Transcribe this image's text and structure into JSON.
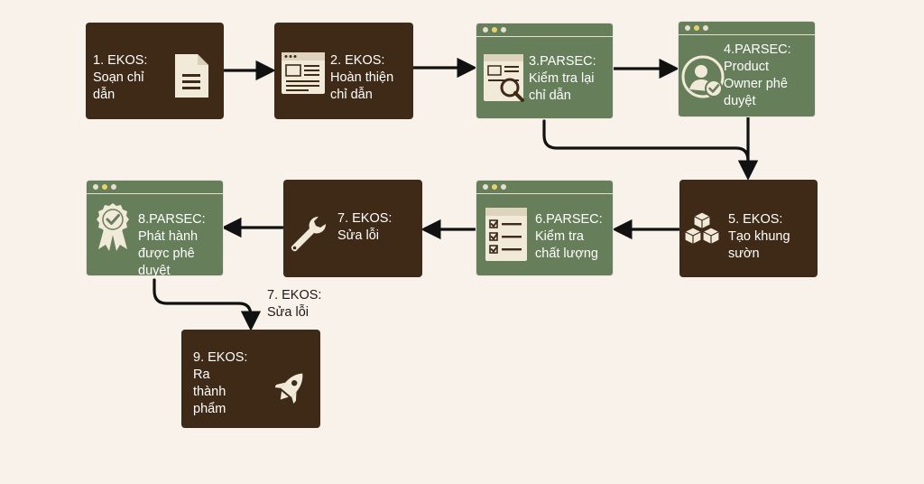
{
  "nodes": {
    "n1": {
      "label": "1. EKOS:\nSoạn chỉ\ndẫn",
      "icon": "document-icon"
    },
    "n2": {
      "label": "2. EKOS:\nHoàn thiện\nchỉ dẫn",
      "icon": "browser-window-icon"
    },
    "n3": {
      "label": "3.PARSEC:\nKiểm tra lại\nchỉ dẫn",
      "icon": "search-document-icon"
    },
    "n4": {
      "label": "4.PARSEC:\nProduct\nOwner phê\nduyệt",
      "icon": "user-approved-icon"
    },
    "n5": {
      "label": "5. EKOS:\nTạo khung\nsườn",
      "icon": "cubes-icon"
    },
    "n6": {
      "label": "6.PARSEC:\nKiểm tra\nchất lượng",
      "icon": "checklist-icon"
    },
    "n7": {
      "label": "7. EKOS:\nSửa lỗi",
      "icon": "wrench-icon"
    },
    "n8": {
      "label": "8.PARSEC:\nPhát hành\nđược phê\nduyệt",
      "icon": "award-badge-icon"
    },
    "n9": {
      "label": "9. EKOS:\nRa\nthành\nphẩm",
      "icon": "rocket-icon"
    }
  },
  "edge_labels": {
    "e8_9": "7. EKOS:\nSửa lỗi"
  },
  "colors": {
    "background": "#f8f2ea",
    "dark_node": "#3f2a18",
    "green_node": "#667e5a",
    "arrow": "#111111"
  }
}
